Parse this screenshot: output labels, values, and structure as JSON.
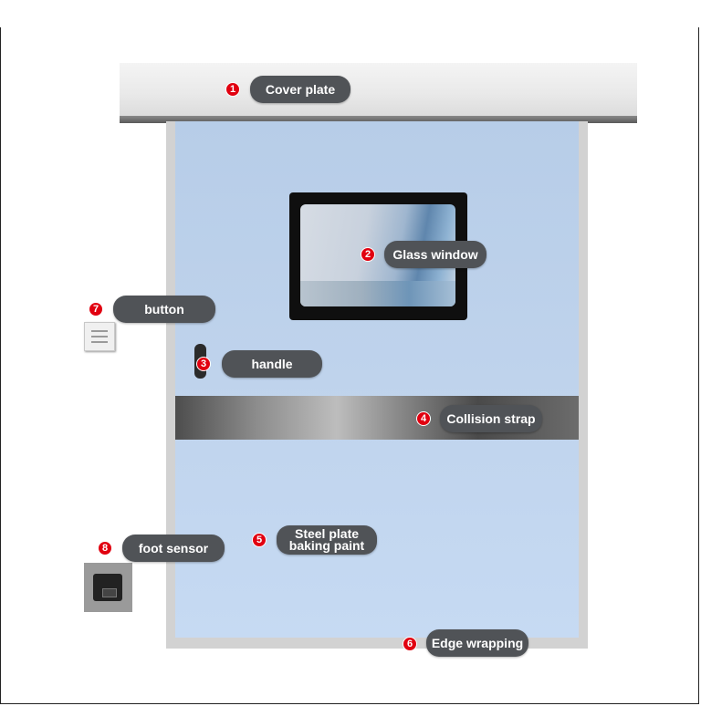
{
  "labels": [
    {
      "number": "1",
      "text": "Cover plate"
    },
    {
      "number": "2",
      "text": "Glass window"
    },
    {
      "number": "3",
      "text": "handle"
    },
    {
      "number": "4",
      "text": "Collision strap"
    },
    {
      "number": "5",
      "text": "Steel plate baking paint"
    },
    {
      "number": "6",
      "text": "Edge wrapping"
    },
    {
      "number": "7",
      "text": "button"
    },
    {
      "number": "8",
      "text": "foot sensor"
    }
  ],
  "colors": {
    "marker": "#e10010",
    "label_bg": "#505357",
    "door_panel": "#bfd3ec"
  }
}
